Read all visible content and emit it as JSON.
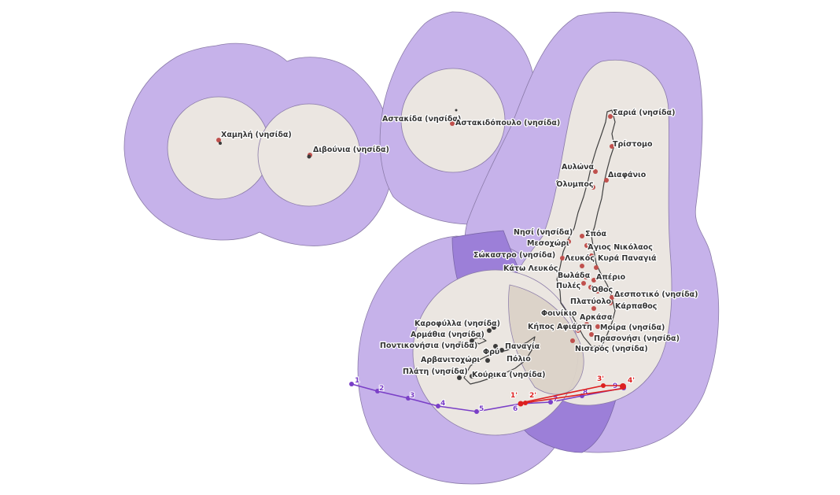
{
  "colors": {
    "buffer_outer": "#c6b2ea",
    "buffer_overlap": "#9c7fd8",
    "land": "#ebe6e1",
    "land_overlap": "#dcd3c8",
    "coast": "#404040",
    "settlement_red": "#c0504d",
    "settlement_dark": "#3b3b3b",
    "route_purple": "#7a3fc7",
    "route_red": "#dd1f1f",
    "label": "#333333"
  },
  "islets": [
    {
      "label": "Χαμηλή (νησίδα)"
    },
    {
      "label": "Διβούνια (νησίδα)"
    },
    {
      "label": "Αστακίδα (νησίδα)"
    },
    {
      "label": "Αστακιδόπουλο (νησίδα)"
    }
  ],
  "karpathos_labels": [
    "Σαριά (νησίδα)",
    "Τρίστομο",
    "Αυλώνα",
    "Διαφάνιο",
    "Όλυμπος",
    "Νησί (νησίδα)",
    "Σπόα",
    "Μεσοχώρι",
    "Άγιος Νικόλαος",
    "Σώκαστρο (νησίδα)",
    "Λευκός",
    "Κυρά Παναγιά",
    "Κάτω Λευκός",
    "Βωλάδα",
    "Απέριο",
    "Πυλές",
    "Όθος",
    "Δεσποτικό (νησίδα)",
    "Πλατύολο",
    "Κάρπαθος",
    "Φοινίκιο",
    "Αρκάσα",
    "Κήπος Αφιάρτη",
    "Μοίρα (νησίδα)",
    "Πρασονήσι (νησίδα)",
    "Νισερός (νησίδα)"
  ],
  "kasos_labels": [
    "Καροφύλλα (νησίδα)",
    "Αρμάθια (νησίδα)",
    "Ποντικονήσια (νησίδα)",
    "Φρύ",
    "Παναγία",
    "Αρβανιτοχώρι",
    "Πόλιο",
    "Πλάτη (νησίδα)",
    "Κούρικα (νησίδα)"
  ],
  "route_purple": {
    "points": [
      "1",
      "2",
      "3",
      "4",
      "5",
      "6",
      "7",
      "8",
      "9"
    ]
  },
  "route_red": {
    "points": [
      "1'",
      "2'",
      "3'",
      "4'"
    ]
  }
}
